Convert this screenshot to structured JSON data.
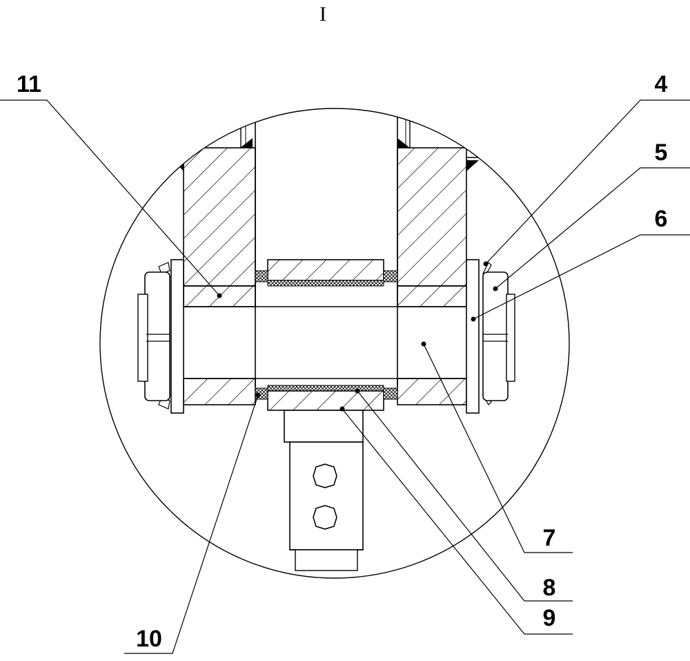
{
  "figure": {
    "detail_label": "I",
    "callouts": {
      "c4": "4",
      "c5": "5",
      "c6": "6",
      "c7": "7",
      "c8": "8",
      "c9": "9",
      "c10": "10",
      "c11": "11"
    }
  },
  "colors": {
    "line": "#000000",
    "background": "#ffffff"
  }
}
